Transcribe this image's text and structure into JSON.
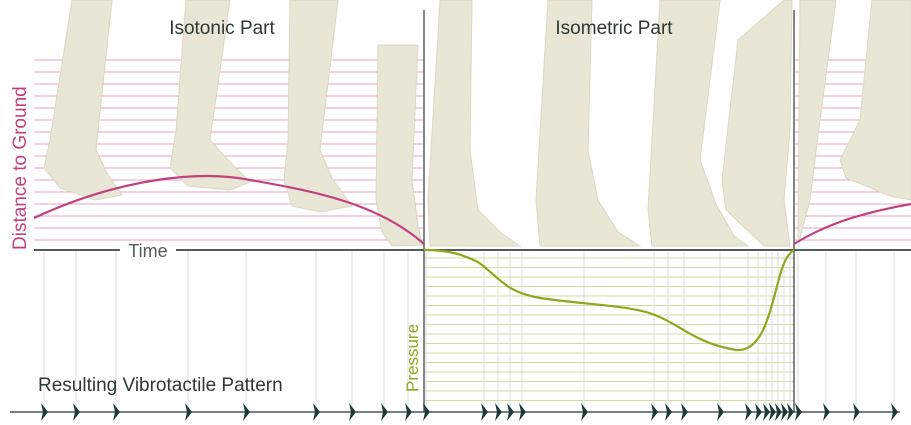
{
  "titles": {
    "isotonic": "Isotonic Part",
    "isometric": "Isometric Part"
  },
  "labels": {
    "distance": "Distance to Ground",
    "time": "Time",
    "pressure": "Pressure",
    "pattern": "Resulting Vibrotactile Pattern"
  },
  "colors": {
    "magenta": "#c2407f",
    "magenta_grid": "#e3a3c4",
    "olive": "#8fa61e",
    "olive_grid": "#d3de9b",
    "foot": "#e9e6d6",
    "foot_edge": "#d8d3bd",
    "axis": "#555a5a",
    "divider": "#5a5f5f",
    "pulse": "#1c3b36",
    "text": "#2c3a36"
  }
}
